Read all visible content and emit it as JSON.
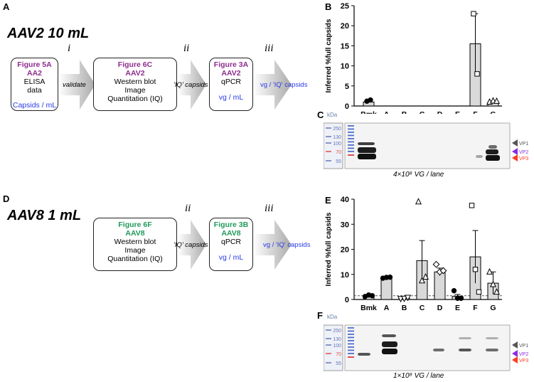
{
  "colors": {
    "purple": "#8e2b8e",
    "green": "#1f9a5a",
    "blue": "#2b3ce6",
    "vp1": "#555555",
    "vp2": "#8a2be2",
    "vp3": "#ff3b1f",
    "bar": "#d9d9d9"
  },
  "panel_letters": {
    "A": "A",
    "B": "B",
    "C": "C",
    "D": "D",
    "E": "E",
    "F": "F"
  },
  "top": {
    "title": "AAV2 10 mL",
    "box1": {
      "fig": "Figure 5A",
      "sub": "AA2",
      "l1": "ELISA",
      "l2": "data",
      "unit": "Capsids / mL"
    },
    "box2": {
      "fig": "Figure 6C",
      "sub": "AAV2",
      "l1": "Western blot",
      "l2": "Image",
      "l3": "Quantitation (IQ)"
    },
    "box3": {
      "fig": "Figure 3A",
      "sub": "AAV2",
      "l1": "qPCR",
      "unit": "vg / mL"
    },
    "step_i": "i",
    "step_ii": "ii",
    "step_iii": "iii",
    "label_i": "validate",
    "label_ii": "'IQ' capsids / lane",
    "label_iii": "vg / 'IQ' capsids"
  },
  "bottom": {
    "title": "AAV8 1 mL",
    "box2": {
      "fig": "Figure 6F",
      "sub": "AAV8",
      "l1": "Western blot",
      "l2": "Image",
      "l3": "Quantitation (IQ)"
    },
    "box3": {
      "fig": "Figure 3B",
      "sub": "AAV8",
      "l1": "qPCR",
      "unit": "vg / mL"
    },
    "step_ii": "ii",
    "step_iii": "iii",
    "label_ii": "'IQ' capsids / lane",
    "label_iii": "vg / 'IQ' capsids"
  },
  "blot_C": {
    "kda": "kDa",
    "markers": [
      "250",
      "130",
      "100",
      "70",
      "55"
    ],
    "lanes": [
      "Bmk",
      "A",
      "B",
      "C",
      "D",
      "E",
      "F",
      "G"
    ],
    "vp": [
      "VP1",
      "VP2",
      "VP3"
    ],
    "caption": "4×10⁸ VG / lane"
  },
  "blot_F": {
    "kda": "kDa",
    "markers": [
      "250",
      "130",
      "100",
      "70",
      "55"
    ],
    "vp": [
      "VP1",
      "VP2",
      "VP3"
    ],
    "caption": "1×10⁸ VG / lane"
  },
  "chart_data": [
    {
      "type": "bar",
      "ylabel": "Inferred %full capsids",
      "ylim": [
        0,
        25
      ],
      "yticks": [
        "0",
        "5",
        "10",
        "15",
        "20",
        "25"
      ],
      "categories": [
        "Bmk",
        "A",
        "B",
        "C",
        "D",
        "E",
        "F",
        "G"
      ],
      "values": [
        1,
        0,
        0,
        0,
        0,
        0,
        15.5,
        1
      ],
      "errors": [
        0,
        0,
        0,
        0,
        0,
        0,
        7.5,
        0
      ],
      "points": [
        [
          1.2,
          1.5
        ],
        [],
        [],
        [],
        [],
        [],
        [
          23,
          8
        ],
        [
          1,
          1.3,
          1.2
        ]
      ]
    },
    {
      "type": "bar",
      "ylabel": "Inferred %full capsids",
      "ylim": [
        0,
        40
      ],
      "yticks": [
        "0",
        "10",
        "20",
        "30",
        "40"
      ],
      "categories": [
        "Bmk",
        "A",
        "B",
        "C",
        "D",
        "E",
        "F",
        "G"
      ],
      "values": [
        1.5,
        8.7,
        0.5,
        15.5,
        11,
        1.2,
        17,
        6.5
      ],
      "errors": [
        0.3,
        0.3,
        0.2,
        8,
        1.5,
        0.8,
        10.5,
        4.5
      ],
      "points": [
        [
          1.2,
          1.8,
          1.5
        ],
        [
          8.5,
          8.8,
          8.9
        ],
        [
          0.3,
          0.4,
          0.8
        ],
        [
          39,
          7.5,
          9
        ],
        [
          14,
          11,
          11.5
        ],
        [
          3.5,
          0.5,
          0.5
        ],
        [
          37.5,
          12,
          3
        ],
        [
          11,
          6,
          3
        ]
      ],
      "refline": 1.5
    }
  ]
}
